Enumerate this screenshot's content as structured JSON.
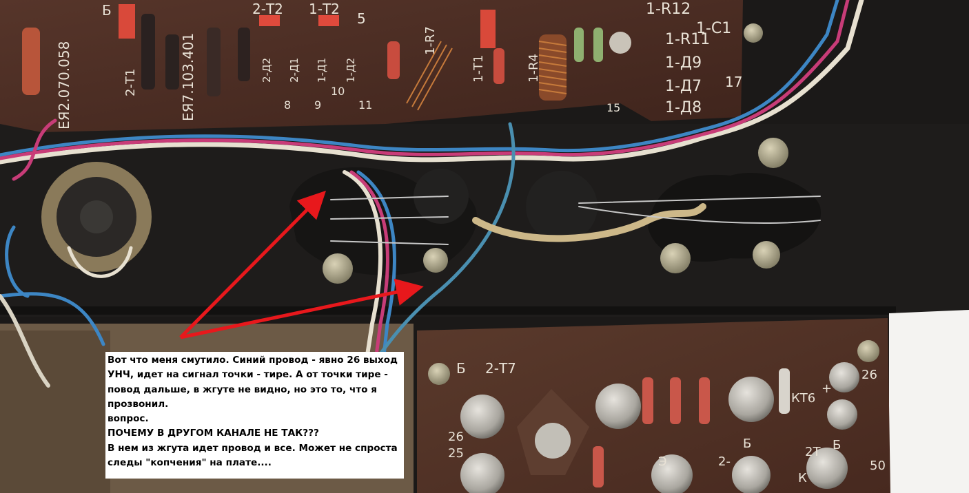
{
  "caption": {
    "paragraph_1": "Вот что меня смутило. Синий провод - явно 26 выход УНЧ, идет на сигнал точки - тире. А от точки тире - повод дальше, в жгуте не видно, но это то, что я прозвонил.",
    "paragraph_2": "вопрос.",
    "paragraph_3": "ПОЧЕМУ В ДРУГОМ КАНАЛЕ НЕ ТАК???",
    "paragraph_4": "В нем из жгута идет провод и все. Может не спроста следы \"копчения\" на плате...."
  },
  "upper_board": {
    "labels": {
      "r12": "1-R12",
      "c1": "1-С1",
      "r11": "1-R11",
      "d9": "1-Д9",
      "d7": "1-Д7",
      "d8": "1-Д8",
      "num17": "17",
      "t2a": "2-Т2",
      "t2b": "1-Т2",
      "d2a": "2-Д2",
      "d1a": "2-Д1",
      "d1b": "1-Д1",
      "d2b": "1-Д2",
      "num5": "5",
      "t1a": "2-Т1",
      "t1b": "1-Т1",
      "r4": "1-R4",
      "r7": "1-R7",
      "part1": "ЕЯ2.070.058",
      "part2": "ЕЯ7.103.401",
      "pin8": "8",
      "pin9": "9",
      "pin10": "10",
      "pin11": "11",
      "pin15": "15",
      "pinb": "Б"
    }
  },
  "lower_board": {
    "labels": {
      "t7": "2-Т7",
      "b1": "Б",
      "pin26a": "26",
      "pin25": "25",
      "b2": "Б",
      "b3": "Б",
      "e": "Э",
      "e2": "2-",
      "t2": "2Т",
      "k": "К",
      "kt6": "КТ6",
      "pin26b": "26",
      "pin50": "50",
      "plus": "+"
    }
  },
  "colors": {
    "annotation_arrow": "#e8181c",
    "pcb": "#4a2c22",
    "chassis": "#1b1918",
    "wire_blue": "#3d86c4",
    "wire_pink": "#c83c78",
    "wire_white": "#e7e0d0",
    "wire_tan": "#cdb889"
  }
}
